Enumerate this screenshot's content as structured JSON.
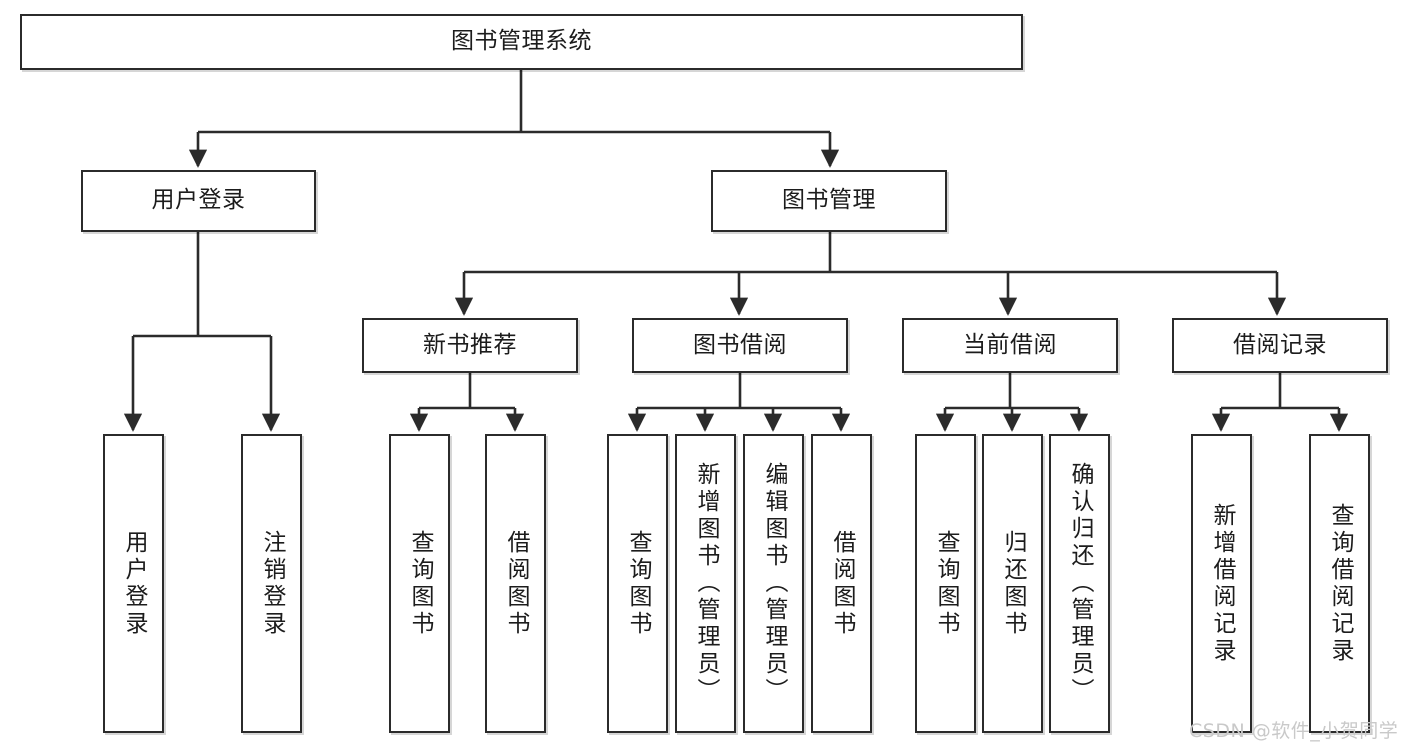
{
  "diagram": {
    "type": "tree",
    "title": "图书管理系统",
    "stroke_color": "#2b2b2b",
    "background_color": "#ffffff",
    "text_color": "#1c1c1c",
    "nodes": {
      "root": {
        "label": "图书管理系统",
        "level": 1,
        "orientation": "horizontal"
      },
      "user_login": {
        "label": "用户登录",
        "level": 2,
        "orientation": "horizontal"
      },
      "book_manage": {
        "label": "图书管理",
        "level": 2,
        "orientation": "horizontal"
      },
      "new_book_rec": {
        "label": "新书推荐",
        "level": 3,
        "orientation": "horizontal"
      },
      "book_borrow": {
        "label": "图书借阅",
        "level": 3,
        "orientation": "horizontal"
      },
      "current_borrow": {
        "label": "当前借阅",
        "level": 3,
        "orientation": "horizontal"
      },
      "borrow_record": {
        "label": "借阅记录",
        "level": 3,
        "orientation": "horizontal"
      },
      "leaf_user_login": {
        "label": "用户登录",
        "level": 3,
        "orientation": "vertical"
      },
      "leaf_logout": {
        "label": "注销登录",
        "level": 3,
        "orientation": "vertical"
      },
      "leaf_query_book_1": {
        "label": "查询图书",
        "level": 4,
        "orientation": "vertical"
      },
      "leaf_borrow_book_1": {
        "label": "借阅图书",
        "level": 4,
        "orientation": "vertical"
      },
      "leaf_query_book_2": {
        "label": "查询图书",
        "level": 4,
        "orientation": "vertical"
      },
      "leaf_add_book": {
        "label": "新增图书（管理员）",
        "level": 4,
        "orientation": "vertical"
      },
      "leaf_edit_book": {
        "label": "编辑图书（管理员）",
        "level": 4,
        "orientation": "vertical"
      },
      "leaf_borrow_book_2": {
        "label": "借阅图书",
        "level": 4,
        "orientation": "vertical"
      },
      "leaf_query_book_3": {
        "label": "查询图书",
        "level": 4,
        "orientation": "vertical"
      },
      "leaf_return_book": {
        "label": "归还图书",
        "level": 4,
        "orientation": "vertical"
      },
      "leaf_confirm_return": {
        "label": "确认归还（管理员）",
        "level": 4,
        "orientation": "vertical"
      },
      "leaf_add_record": {
        "label": "新增借阅记录",
        "level": 4,
        "orientation": "vertical"
      },
      "leaf_query_record": {
        "label": "查询借阅记录",
        "level": 4,
        "orientation": "vertical"
      }
    },
    "edges": [
      {
        "from": "root",
        "to": "user_login"
      },
      {
        "from": "root",
        "to": "book_manage"
      },
      {
        "from": "user_login",
        "to": "leaf_user_login"
      },
      {
        "from": "user_login",
        "to": "leaf_logout"
      },
      {
        "from": "book_manage",
        "to": "new_book_rec"
      },
      {
        "from": "book_manage",
        "to": "book_borrow"
      },
      {
        "from": "book_manage",
        "to": "current_borrow"
      },
      {
        "from": "book_manage",
        "to": "borrow_record"
      },
      {
        "from": "new_book_rec",
        "to": "leaf_query_book_1"
      },
      {
        "from": "new_book_rec",
        "to": "leaf_borrow_book_1"
      },
      {
        "from": "book_borrow",
        "to": "leaf_query_book_2"
      },
      {
        "from": "book_borrow",
        "to": "leaf_add_book"
      },
      {
        "from": "book_borrow",
        "to": "leaf_edit_book"
      },
      {
        "from": "book_borrow",
        "to": "leaf_borrow_book_2"
      },
      {
        "from": "current_borrow",
        "to": "leaf_query_book_3"
      },
      {
        "from": "current_borrow",
        "to": "leaf_return_book"
      },
      {
        "from": "current_borrow",
        "to": "leaf_confirm_return"
      },
      {
        "from": "borrow_record",
        "to": "leaf_add_record"
      },
      {
        "from": "borrow_record",
        "to": "leaf_query_record"
      }
    ]
  },
  "watermark": {
    "text": "CSDN @软件_小贺同学",
    "color": "#c9c9c9"
  }
}
